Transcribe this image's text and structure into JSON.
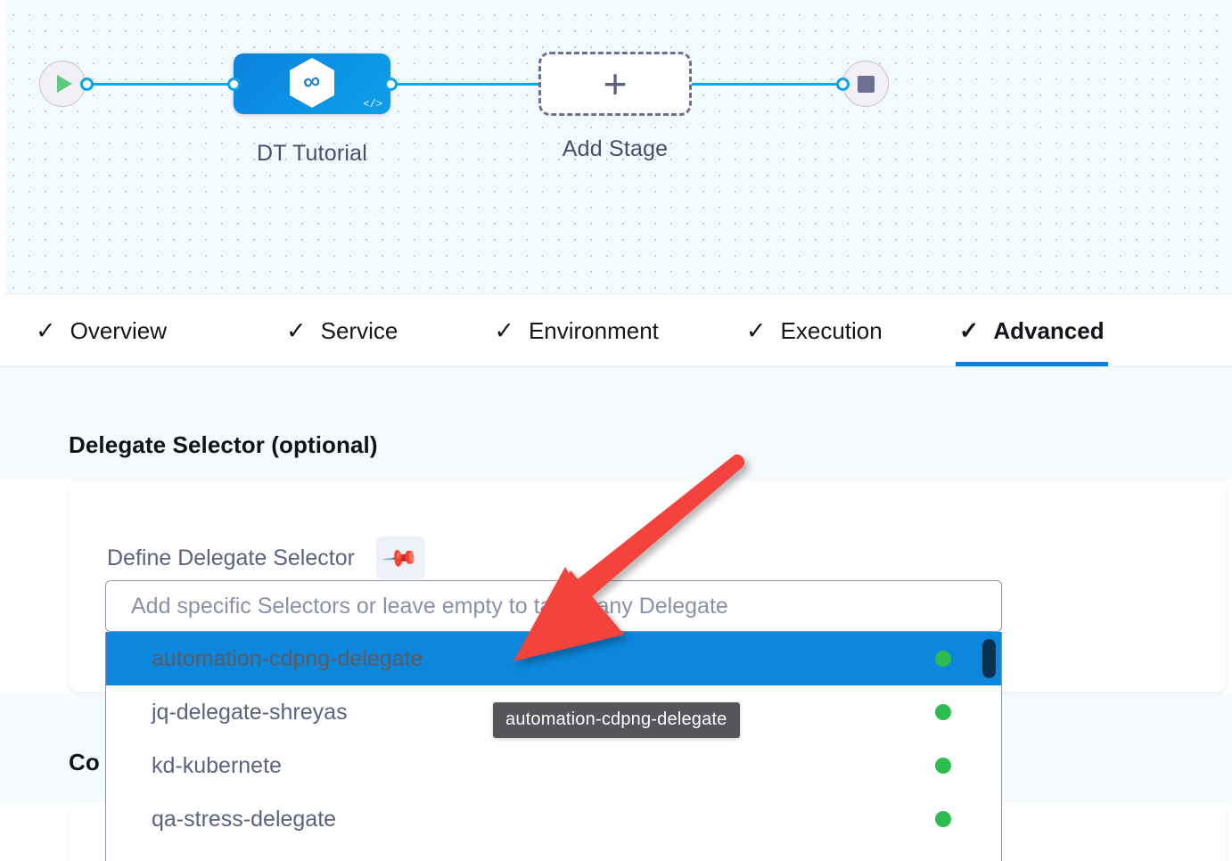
{
  "pipeline": {
    "start_node_icon": "play-icon",
    "stage": {
      "label": "DT Tutorial",
      "icon": "harness-hexagon-icon",
      "badge_icon": "code-brackets-icon"
    },
    "add_stage": {
      "label": "Add Stage",
      "icon": "plus-icon"
    },
    "end_node_icon": "stop-square-icon",
    "edge_color": "#0ba5e9"
  },
  "tabs": [
    {
      "label": "Overview",
      "check": "✓",
      "active": false
    },
    {
      "label": "Service",
      "check": "✓",
      "active": false
    },
    {
      "label": "Environment",
      "check": "✓",
      "active": false
    },
    {
      "label": "Execution",
      "check": "✓",
      "active": false
    },
    {
      "label": "Advanced",
      "check": "✓",
      "active": true
    }
  ],
  "sections": {
    "delegate_selector": {
      "title": "Delegate Selector (optional)",
      "field_label": "Define Delegate Selector",
      "pin_icon": "pushpin-icon"
    },
    "second_section": {
      "title_visible": "Co"
    }
  },
  "dropdown": {
    "placeholder": "Add specific Selectors or leave empty to target any Delegate",
    "value": "",
    "options": [
      {
        "label": "automation-cdpng-delegate",
        "status": "connected",
        "selected": true
      },
      {
        "label": "jq-delegate-shreyas",
        "status": "connected",
        "selected": false
      },
      {
        "label": "kd-kubernete",
        "status": "connected",
        "selected": false
      },
      {
        "label": "qa-stress-delegate",
        "status": "connected",
        "selected": false
      }
    ],
    "status_dot_color": "#2dbd4e",
    "selected_row_color": "#0b87dd",
    "scrollbar_thumb_color": "#0a3150"
  },
  "tooltip": {
    "text": "automation-cdpng-delegate"
  },
  "annotation": {
    "arrow_color": "#f4433c",
    "points_at": "automation-cdpng-delegate"
  },
  "colors": {
    "accent": "#0a7ee0",
    "canvas_bg": "#f1fafd",
    "band_bg": "#f5fafd"
  }
}
